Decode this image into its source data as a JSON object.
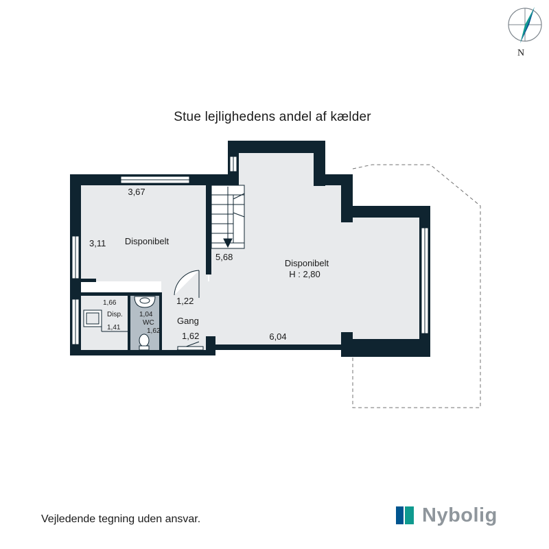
{
  "title": "Stue lejlighedens andel af kælder",
  "disclaimer": "Vejledende tegning uden ansvar.",
  "compass": {
    "north_label": "N",
    "icon": "compass-icon"
  },
  "logo": {
    "text": "Nybolig",
    "colors": [
      "#00558f",
      "#0f9a8f"
    ]
  },
  "colors": {
    "wall": "#0f2430",
    "floor": "#e8eaec",
    "wc_floor": "#b4bec6"
  },
  "rooms": {
    "left_room": {
      "name": "Disponibelt",
      "width": "3,67",
      "depth": "3,11"
    },
    "disp": {
      "name": "Disp.",
      "width": "1,41",
      "depth": "1,66"
    },
    "wc": {
      "name": "WC",
      "width": "1,04",
      "depth": "1,62"
    },
    "gang": {
      "name": "Gang",
      "width": "1,62",
      "depth": "1,22"
    },
    "main_room": {
      "name": "Disponibelt",
      "height": "H : 2,80",
      "width": "6,04",
      "depth": "5,68"
    }
  }
}
